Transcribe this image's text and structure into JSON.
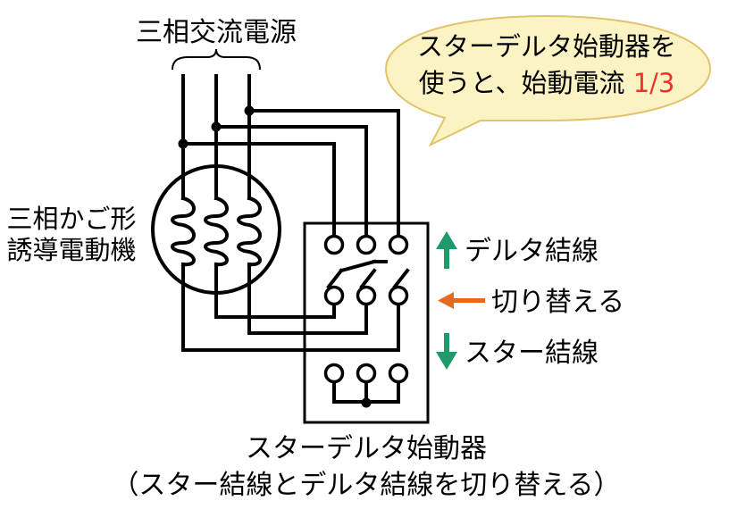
{
  "labels": {
    "power_source": "三相交流電源",
    "motor_line1": "三相かご形",
    "motor_line2": "誘導電動機",
    "delta": "デルタ結線",
    "switch": "切り替える",
    "star": "スター結線",
    "starter_line1": "スターデルタ始動器",
    "starter_line2": "（スター結線とデルタ結線を切り替える）"
  },
  "callout": {
    "line1": "スターデルタ始動器を",
    "line2_prefix": "使うと、始動電流 ",
    "line2_value": "1/3"
  },
  "colors": {
    "callout_fill": "#fbf3c4",
    "callout_stroke": "#e1c36a",
    "callout_value": "#e8352a",
    "arrow_green": "#1f9a6b",
    "arrow_orange": "#e56a1f"
  },
  "icons": {
    "delta_arrow": "arrow-up",
    "switch_arrow": "arrow-left",
    "star_arrow": "arrow-down",
    "coil": "inductor-coil"
  }
}
